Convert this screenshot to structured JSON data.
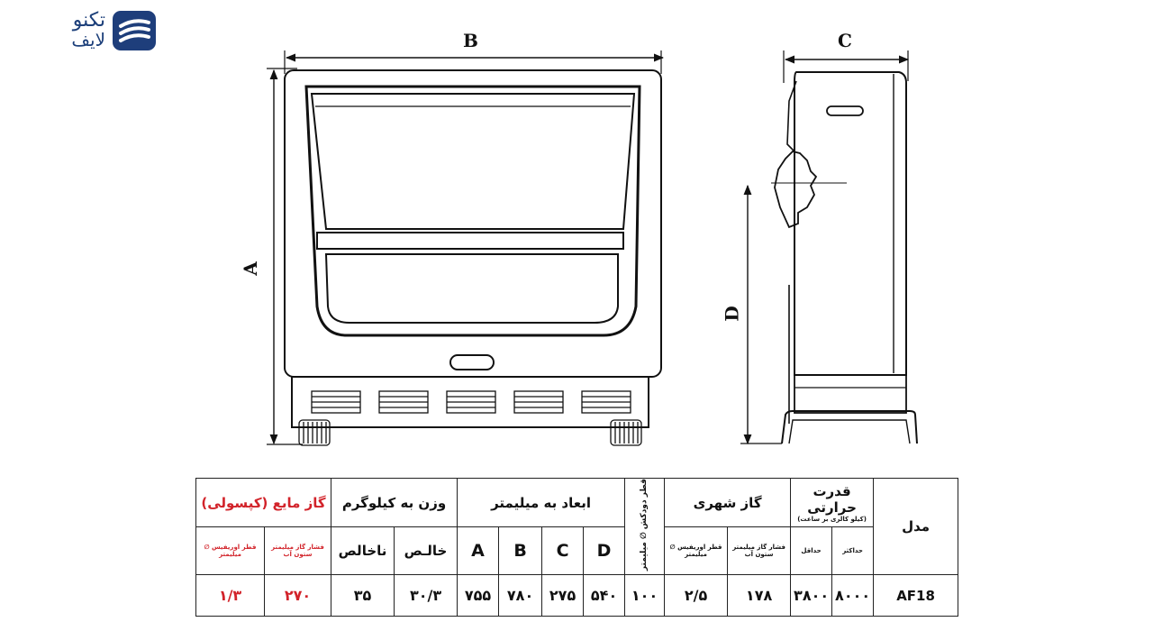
{
  "logo": {
    "line1": "تکنو",
    "line2": "لایف"
  },
  "dimension_labels": {
    "a": "A",
    "b": "B",
    "c": "C",
    "d": "D"
  },
  "table": {
    "model_header": "مدل",
    "heat_header": "قدرت حرارتی",
    "heat_sub": "(کیلو کالری بر ساعت)",
    "heat_max": "حداکثر",
    "heat_min": "حداقل",
    "city_gas_header": "گاز شهری",
    "city_gas_pressure": "فشار گاز میلیمتر ستون آب",
    "city_gas_orifice": "قطر اوریفیس ∅ میلیمتر",
    "flue_header": "قطر دودکش ∅ میلیمتر",
    "dims_header": "ابعاد به میلیمتر",
    "dims_cols": [
      "A",
      "B",
      "C",
      "D"
    ],
    "weight_header": "وزن به کیلوگرم",
    "weight_net": "خالـص",
    "weight_gross": "ناخالص",
    "lpg_header": "گاز مایع (کپسولی)",
    "lpg_pressure": "فشار گاز میلیمتر ستون آب",
    "lpg_orifice": "قطر اوریفیس ∅ میلیمتر",
    "row": {
      "model": "AF18",
      "heat_max": "۸۰۰۰",
      "heat_min": "۳۸۰۰",
      "city_pressure": "۱۷۸",
      "city_orifice": "۲/۵",
      "flue": "۱۰۰",
      "a": "۷۵۵",
      "b": "۷۸۰",
      "c": "۲۷۵",
      "d": "۵۴۰",
      "net": "۳۰/۳",
      "gross": "۳۵",
      "lpg_pressure": "۲۷۰",
      "lpg_orifice": "۱/۳"
    }
  },
  "colors": {
    "brand": "#1e3e7b",
    "accent_red": "#d2232a",
    "line": "#111111"
  }
}
